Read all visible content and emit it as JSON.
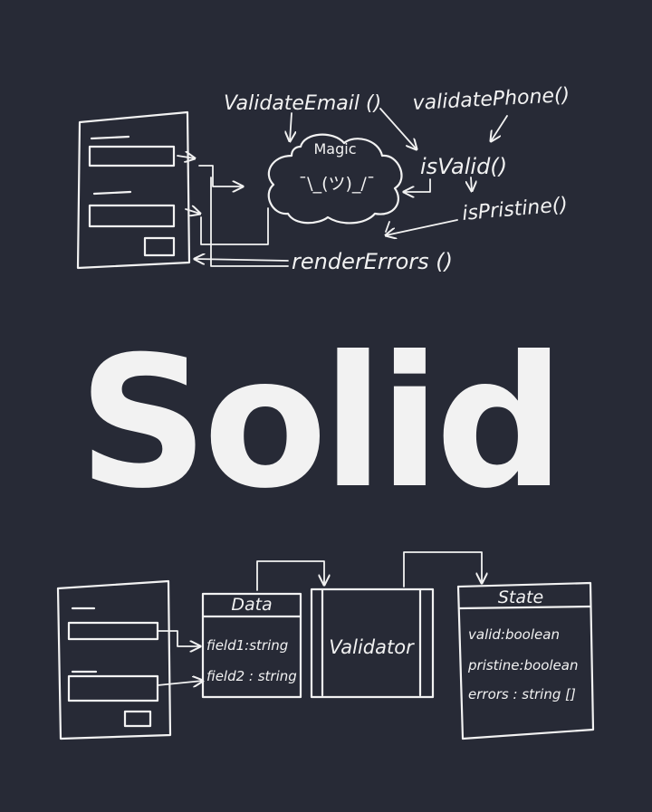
{
  "title": "Solid",
  "colors": {
    "background": "#272a36",
    "ink": "#f2f2f2"
  },
  "top_diagram": {
    "cloud_label": "Magic",
    "shrug": "¯\\_(ツ)_/¯",
    "functions": {
      "validate_email": "ValidateEmail ()",
      "validate_phone": "validatePhone()",
      "is_valid": "isValid()",
      "is_pristine": "isPristine()",
      "render_errors": "renderErrors ()"
    }
  },
  "bottom_diagram": {
    "data": {
      "header": "Data",
      "fields": [
        "field1:string",
        "field2 : string"
      ]
    },
    "validator": {
      "label": "Validator"
    },
    "state": {
      "header": "State",
      "fields": [
        "valid:boolean",
        "pristine:boolean",
        "errors : string []"
      ]
    }
  }
}
